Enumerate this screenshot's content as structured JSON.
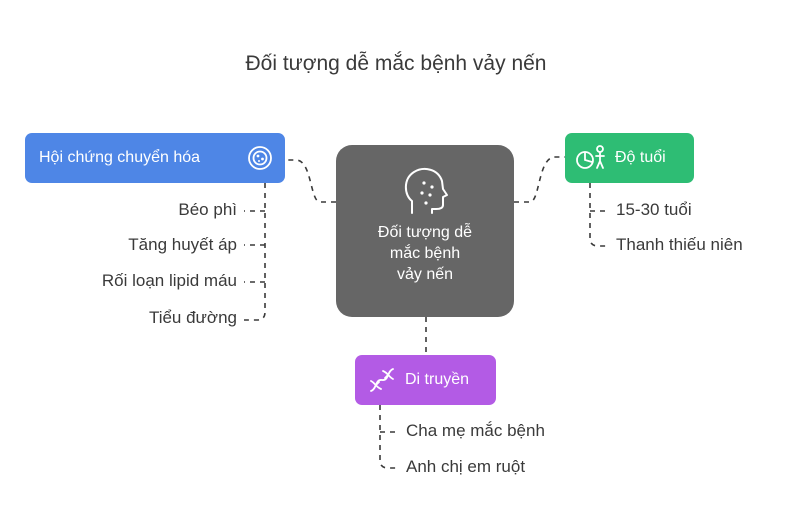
{
  "title": "Đối tượng dễ mắc bệnh vảy nến",
  "center": {
    "line1": "Đối tượng dễ",
    "line2": "mắc bệnh",
    "line3": "vảy nến",
    "icon": "head-dots-icon",
    "color": "#666666"
  },
  "branches": {
    "metabolic": {
      "label": "Hội chứng chuyển hóa",
      "icon": "cell-icon",
      "color": "#4e86e6",
      "items": [
        "Béo phì",
        "Tăng huyết áp",
        "Rối loạn lipid máu",
        "Tiểu đường"
      ]
    },
    "age": {
      "label": "Độ tuổi",
      "icon": "age-group-icon",
      "color": "#2ebd74",
      "items": [
        "15-30 tuổi",
        "Thanh thiếu niên"
      ]
    },
    "genetics": {
      "label": "Di truyền",
      "icon": "dna-icon",
      "color": "#b35be5",
      "items": [
        "Cha mẹ mắc bệnh",
        "Anh chị em ruột"
      ]
    }
  }
}
